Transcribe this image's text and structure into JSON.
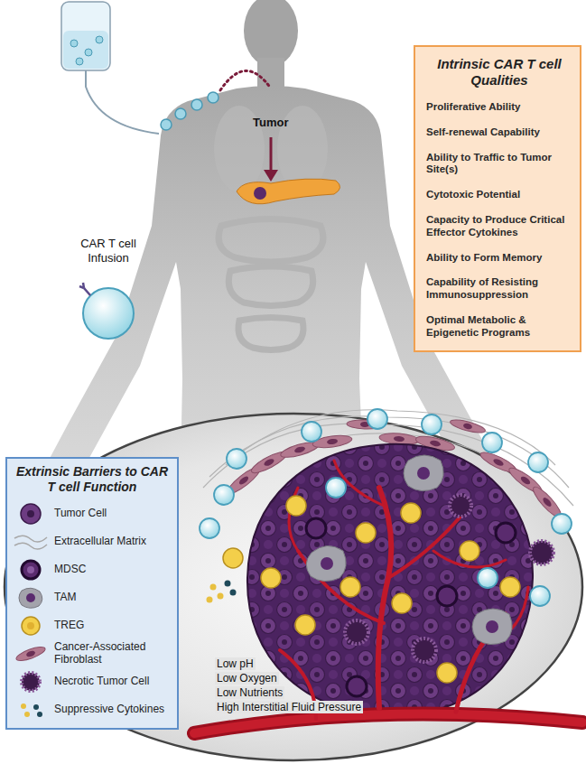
{
  "diagram": {
    "nodes": [
      {
        "text": [
          "Intrinsic CAR T cell Qualities",
          "Proliferative Ability",
          "Self-renewal Capability",
          "Ability to Traffic to Tumor Site(s)",
          "Cytotoxic Potential",
          "Capacity to Produce Critical Effector Cytokines",
          "Ability to Form Memory",
          "Capability of Resisting Immunosuppression",
          "Optimal Metabolic & Epigenetic Programs"
        ]
      },
      {
        "text": [
          "Extrinsic Barriers to CAR T cell Function"
        ]
      }
    ],
    "labels": [
      "CAR T cell Infusion",
      "Tumor",
      "Low pH",
      "Low Oxygen",
      "Low Nutrients",
      "High Interstitial Fluid Pressure"
    ],
    "legend": [
      {
        "text": "Tumor Cell"
      },
      {
        "text": "Extracellular Matrix"
      },
      {
        "text": "MDSC"
      },
      {
        "text": "TAM"
      },
      {
        "text": "TREG"
      },
      {
        "text": "Cancer-Associated Fibroblast"
      },
      {
        "text": "Necrotic Tumor Cell"
      },
      {
        "text": "Suppressive Cytokines"
      }
    ]
  }
}
